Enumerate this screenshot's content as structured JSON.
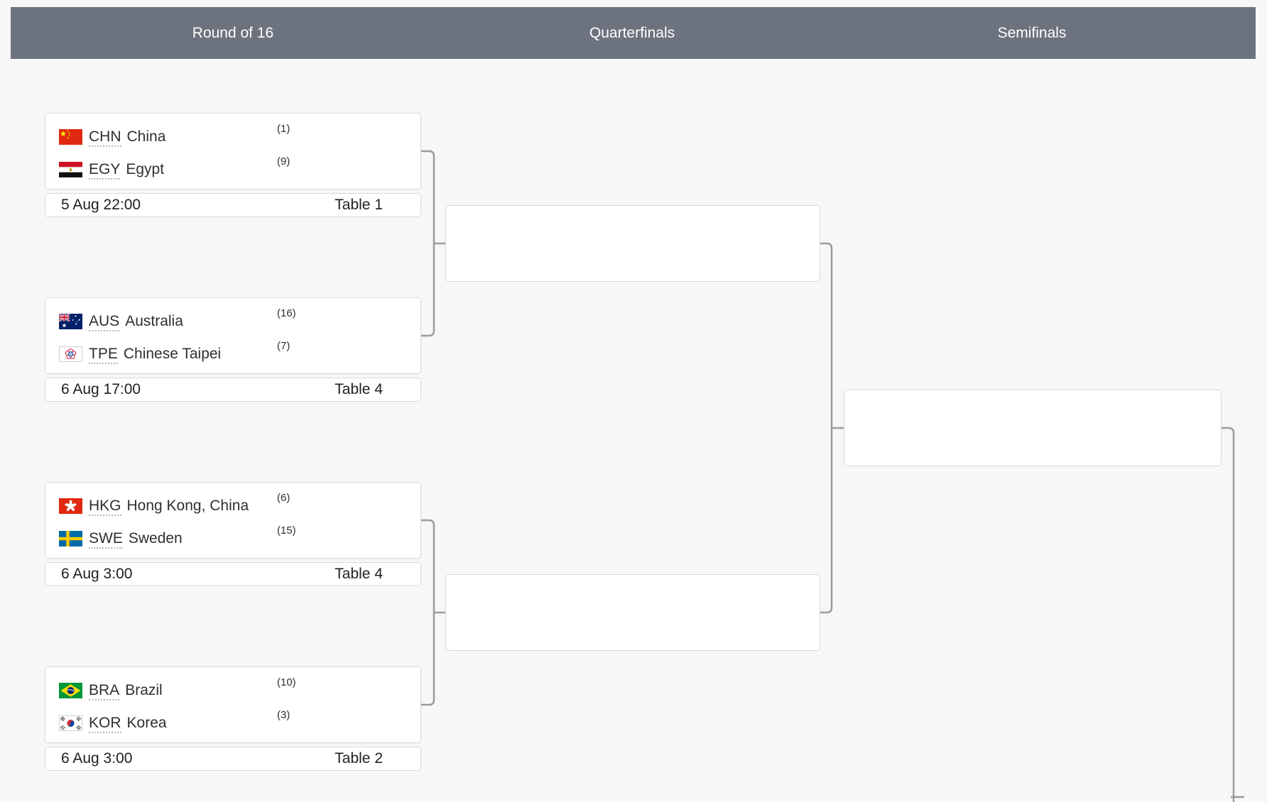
{
  "header": {
    "background": "#6c737e",
    "columns": [
      {
        "label": "Round of 16"
      },
      {
        "label": "Quarterfinals"
      },
      {
        "label": "Semifinals"
      }
    ]
  },
  "round_of_16": {
    "matches": [
      {
        "teams": [
          {
            "code": "CHN",
            "name": "China",
            "seed": "(1)",
            "flag": "china"
          },
          {
            "code": "EGY",
            "name": "Egypt",
            "seed": "(9)",
            "flag": "egypt"
          }
        ],
        "schedule": "5 Aug 22:00",
        "table": "Table 1"
      },
      {
        "teams": [
          {
            "code": "AUS",
            "name": "Australia",
            "seed": "(16)",
            "flag": "australia"
          },
          {
            "code": "TPE",
            "name": "Chinese Taipei",
            "seed": "(7)",
            "flag": "chinese-taipei"
          }
        ],
        "schedule": "6 Aug 17:00",
        "table": "Table 4"
      },
      {
        "teams": [
          {
            "code": "HKG",
            "name": "Hong Kong, China",
            "seed": "(6)",
            "flag": "hong-kong"
          },
          {
            "code": "SWE",
            "name": "Sweden",
            "seed": "(15)",
            "flag": "sweden"
          }
        ],
        "schedule": "6 Aug 3:00",
        "table": "Table 4"
      },
      {
        "teams": [
          {
            "code": "BRA",
            "name": "Brazil",
            "seed": "(10)",
            "flag": "brazil"
          },
          {
            "code": "KOR",
            "name": "Korea",
            "seed": "(3)",
            "flag": "korea"
          }
        ],
        "schedule": "6 Aug 3:00",
        "table": "Table 2"
      }
    ]
  },
  "quarterfinals": {
    "matches": [
      {},
      {}
    ]
  },
  "semifinals": {
    "matches": [
      {}
    ]
  },
  "colors": {
    "page_background": "#f7f7f8",
    "header_background": "#6c737e",
    "header_text": "#ffffff",
    "card_background": "#ffffff",
    "card_border": "#d9d9d9",
    "connector": "#9b9b9b",
    "team_text": "#2f2f2f"
  }
}
